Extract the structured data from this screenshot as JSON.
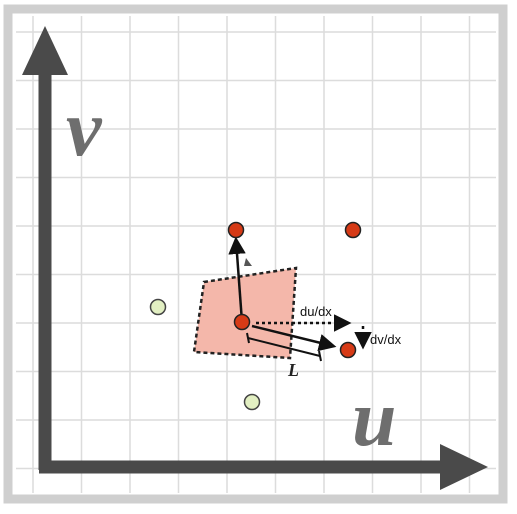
{
  "diagram": {
    "axis_u_label": "u",
    "axis_v_label": "v",
    "du_dx_label": "du/dx",
    "dv_dx_label": "dv/dx",
    "length_label": "L"
  },
  "colors": {
    "frame": "#cfcfcf",
    "grid": "#dcdcdc",
    "axis": "#4a4a4a",
    "axis_label": "#6e6e6e",
    "footprint_fill": "#f4b7aa",
    "footprint_stroke": "#222222",
    "texel_red": "#d63a16",
    "texel_green": "#e2efc2"
  }
}
